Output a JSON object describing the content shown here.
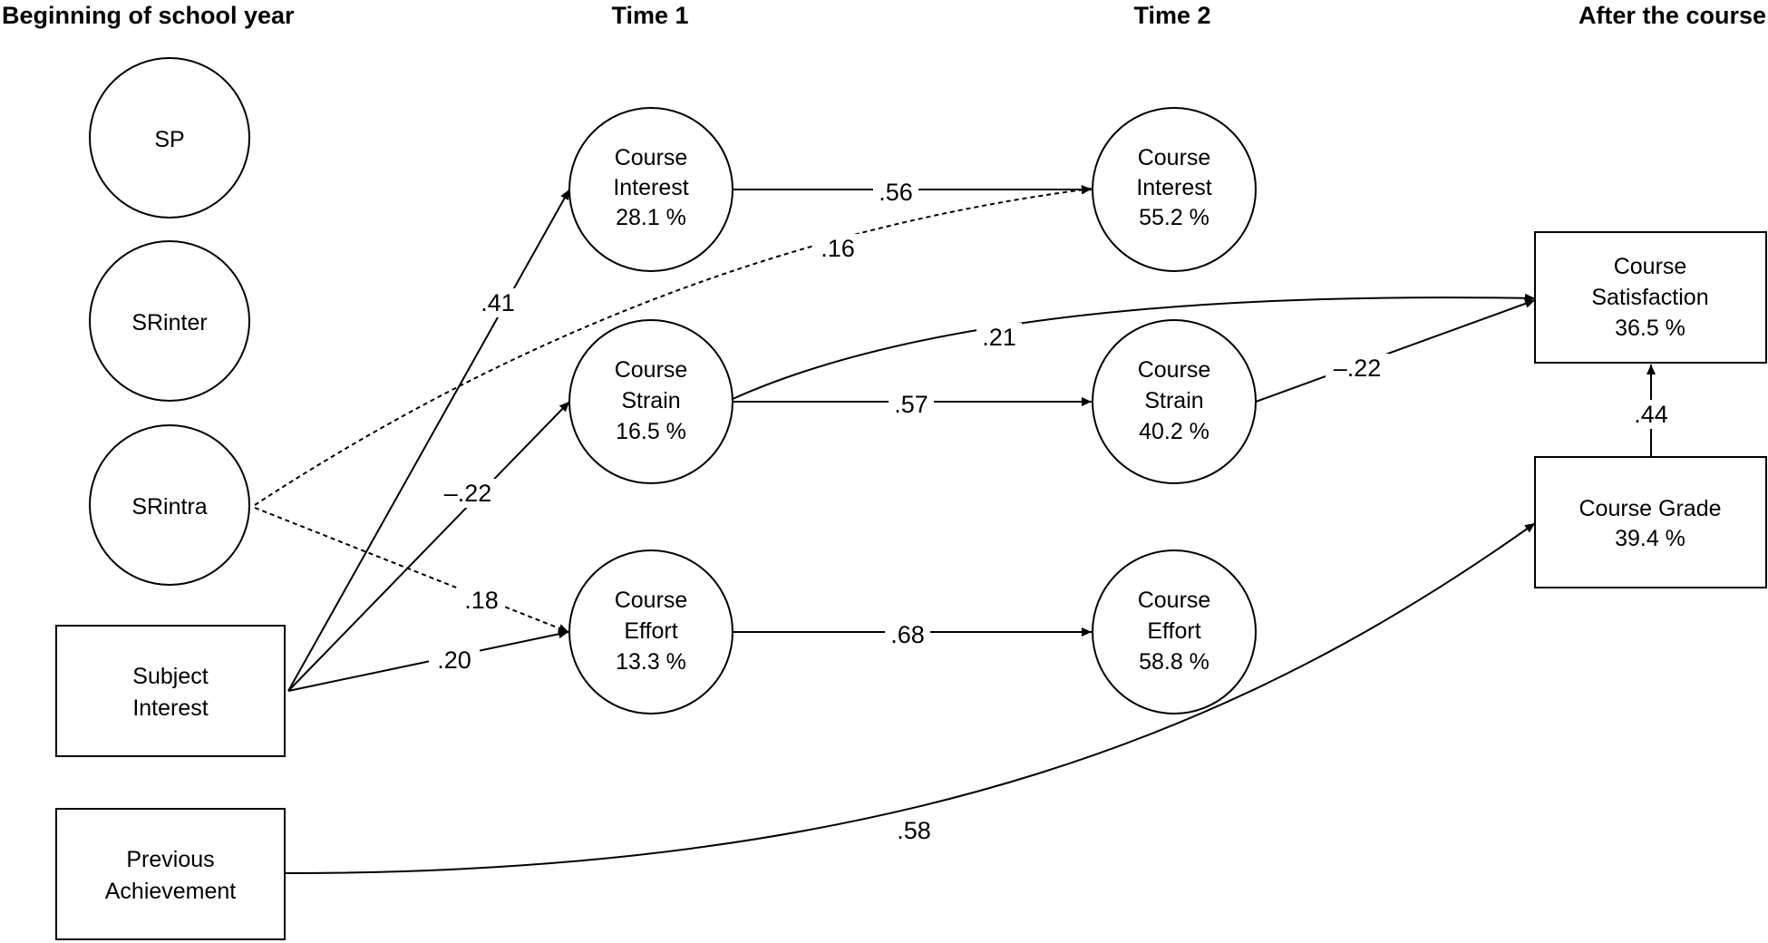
{
  "headers": {
    "beginning": "Beginning of school year",
    "time1": "Time 1",
    "time2": "Time 2",
    "after": "After the course"
  },
  "nodes": {
    "sp": [
      "SP"
    ],
    "srinter": [
      "SRinter"
    ],
    "srintra": [
      "SRintra"
    ],
    "subject_interest": [
      "Subject",
      "Interest"
    ],
    "previous_achievement": [
      "Previous",
      "Achievement"
    ],
    "t1_interest": [
      "Course",
      "Interest",
      "28.1 %"
    ],
    "t1_strain": [
      "Course",
      "Strain",
      "16.5 %"
    ],
    "t1_effort": [
      "Course",
      "Effort",
      "13.3 %"
    ],
    "t2_interest": [
      "Course",
      "Interest",
      "55.2 %"
    ],
    "t2_strain": [
      "Course",
      "Strain",
      "40.2 %"
    ],
    "t2_effort": [
      "Course",
      "Effort",
      "58.8 %"
    ],
    "course_satisfaction": [
      "Course",
      "Satisfaction",
      "36.5 %"
    ],
    "course_grade": [
      "Course Grade",
      "39.4 %"
    ]
  },
  "coefficients": {
    "subject_to_t1_interest": ".41",
    "subject_to_t1_strain": "–.22",
    "subject_to_t1_effort": ".20",
    "srintra_to_t2_interest": ".16",
    "srintra_to_t1_effort": ".18",
    "t1_interest_to_t2_interest": ".56",
    "t1_strain_to_t2_strain": ".57",
    "t1_effort_to_t2_effort": ".68",
    "t1_strain_to_satisfaction": ".21",
    "t2_strain_to_satisfaction": "–.22",
    "grade_to_satisfaction": ".44",
    "prev_to_grade": ".58"
  }
}
